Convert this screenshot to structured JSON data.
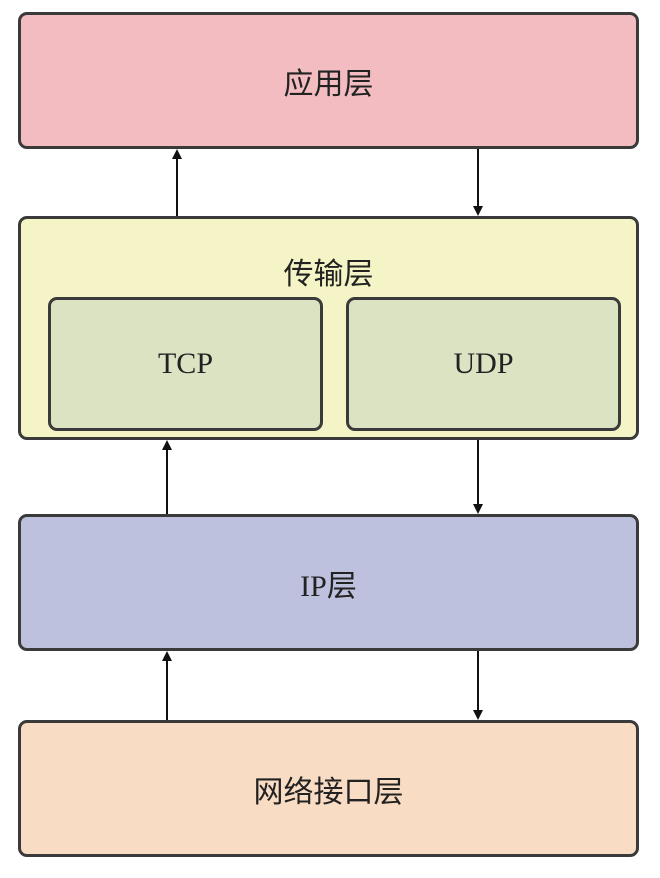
{
  "layers": {
    "application": "应用层",
    "transport": "传输层",
    "tcp": "TCP",
    "udp": "UDP",
    "ip": "IP层",
    "link": "网络接口层"
  },
  "colors": {
    "application": "#f2bcc1",
    "transport": "#f4f4c6",
    "protocol_box": "#dbe3c3",
    "ip": "#bec1de",
    "link": "#f9dcc4",
    "border": "#3a3a3a"
  }
}
